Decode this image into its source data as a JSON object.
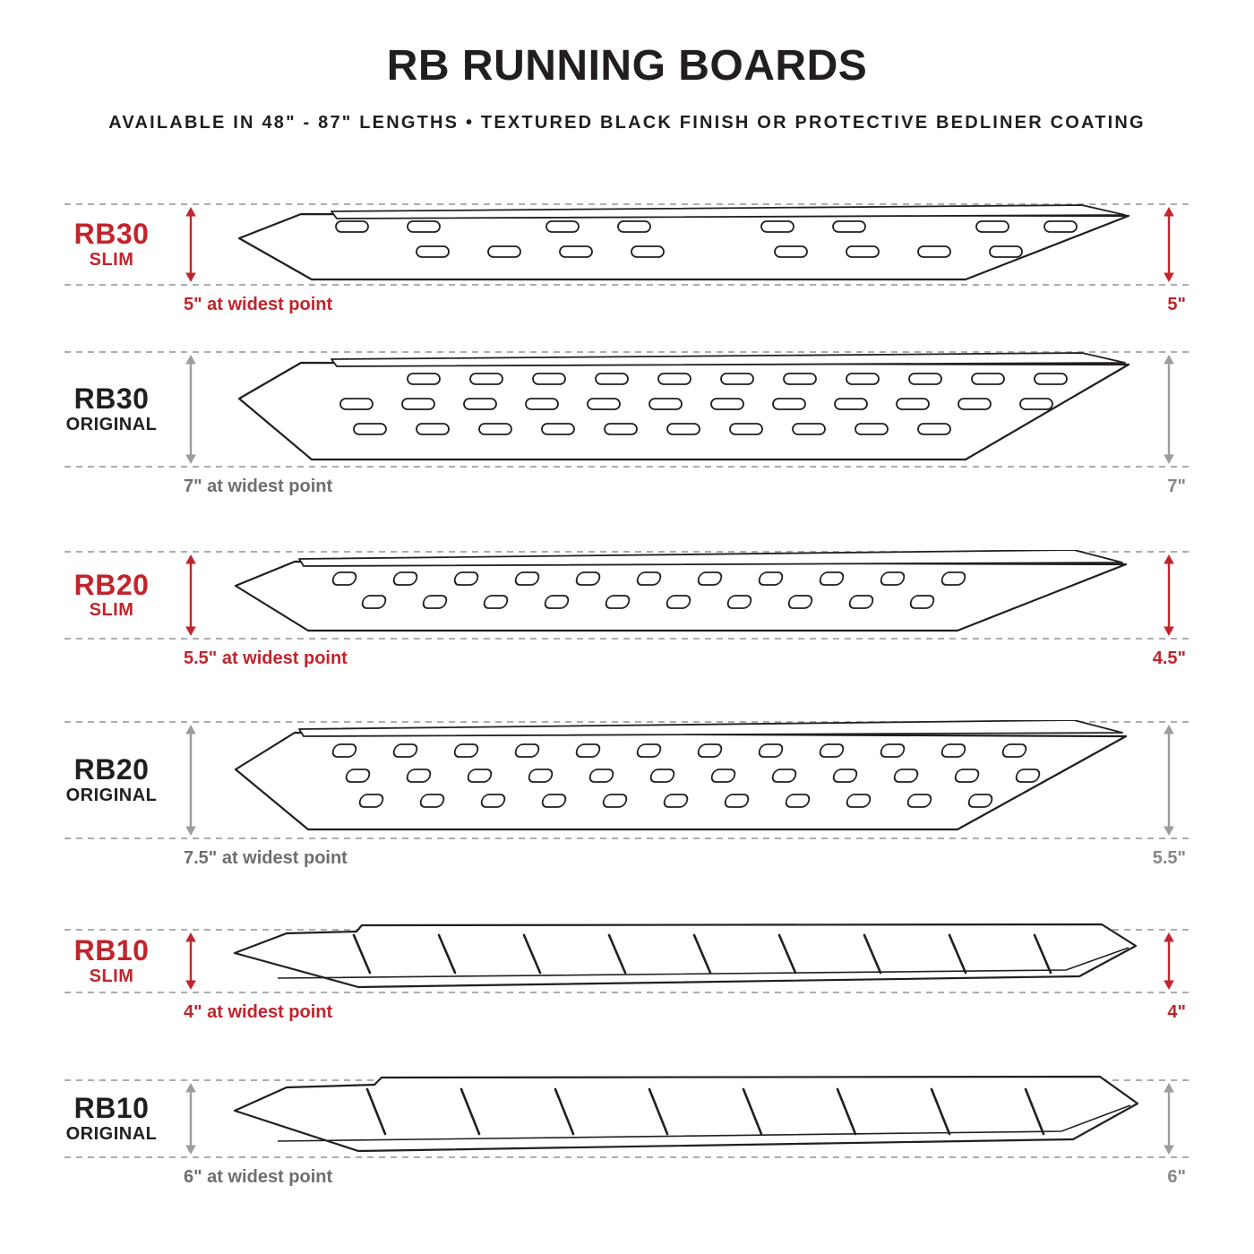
{
  "page": {
    "title": "RB RUNNING BOARDS",
    "subtitle": "AVAILABLE IN 48\" - 87\" LENGTHS   •   TEXTURED BLACK FINISH OR PROTECTIVE BEDLINER COATING"
  },
  "colors": {
    "accent_red": "#C2242C",
    "ink": "#221E1F",
    "gray_arrow": "#9B9DA0",
    "gray_note": "#6D6E71",
    "dash_gray": "#ABADB0"
  },
  "icons": {
    "measure_arrow": "vertical-double-arrow"
  },
  "rows": [
    {
      "model": "RB30",
      "variant": "SLIM",
      "style": "slim",
      "widest_label": "5\" at widest point",
      "height_label": "5\""
    },
    {
      "model": "RB30",
      "variant": "ORIGINAL",
      "style": "original",
      "widest_label": "7\" at widest point",
      "height_label": "7\""
    },
    {
      "model": "RB20",
      "variant": "SLIM",
      "style": "slim",
      "widest_label": "5.5\" at widest point",
      "height_label": "4.5\""
    },
    {
      "model": "RB20",
      "variant": "ORIGINAL",
      "style": "original",
      "widest_label": "7.5\" at widest point",
      "height_label": "5.5\""
    },
    {
      "model": "RB10",
      "variant": "SLIM",
      "style": "slim",
      "widest_label": "4\" at widest point",
      "height_label": "4\""
    },
    {
      "model": "RB10",
      "variant": "ORIGINAL",
      "style": "original",
      "widest_label": "6\" at widest point",
      "height_label": "6\""
    }
  ]
}
